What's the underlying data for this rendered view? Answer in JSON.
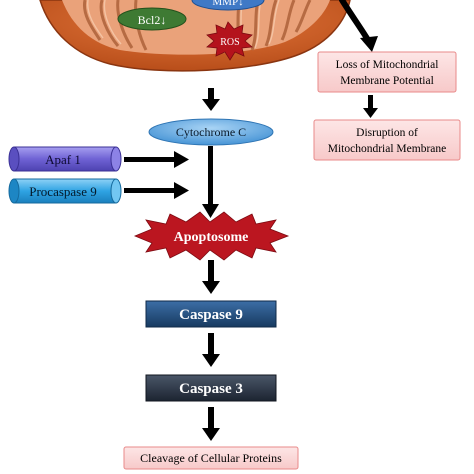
{
  "mitochondrion": {
    "labels": {
      "mmp": "MMP↓",
      "bcl2": "Bcl2↓",
      "ros": "ROS"
    }
  },
  "right_branch": {
    "loss_potential": [
      "Loss of Mitochondrial",
      "Membrane Potential"
    ],
    "disruption": [
      "Disruption of",
      "Mitochondrial Membrane"
    ]
  },
  "main_pathway": {
    "cytochrome": "Cytochrome C",
    "apaf": "Apaf 1",
    "procaspase": "Procaspase 9",
    "apoptosome": "Apoptosome",
    "caspase9": "Caspase 9",
    "caspase3": "Caspase 3",
    "cleavage": "Cleavage of Cellular Proteins"
  },
  "colors": {
    "mito_outer": "#c8581f",
    "mito_inner": "#e79668",
    "cristae": "#c9865f",
    "mmp_oval": "#3f79c6",
    "bcl2_oval": "#3e7a33",
    "ros_burst": "#b4131c",
    "pink_box": "#fbdcdc",
    "pink_border": "#e88a8a",
    "cyto_oval": "#5fa4dc",
    "apaf_cyl": "#7b70d8",
    "procaspase_cyl": "#36a9e6",
    "apoptosome_burst": "#bb1620",
    "caspase9_box": "#234f7e",
    "caspase3_box": "#283444",
    "arrow": "#000000"
  }
}
